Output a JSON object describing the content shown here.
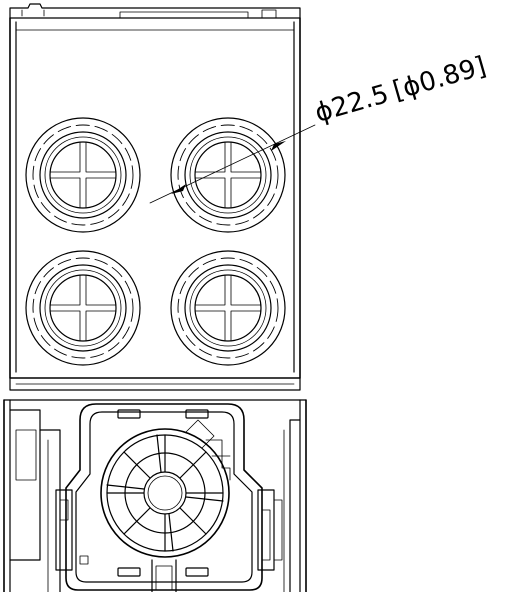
{
  "dimension": {
    "symbol": "ϕ",
    "metric_value": "22.5",
    "bracket_open": "[",
    "imperial_value": "0.89",
    "bracket_close": "]"
  },
  "colors": {
    "line": "#000000",
    "background": "#ffffff"
  },
  "knockouts": {
    "count": 4
  },
  "icons": {
    "knockout": "knockout-hole-icon",
    "fan": "cooling-fan-icon"
  }
}
